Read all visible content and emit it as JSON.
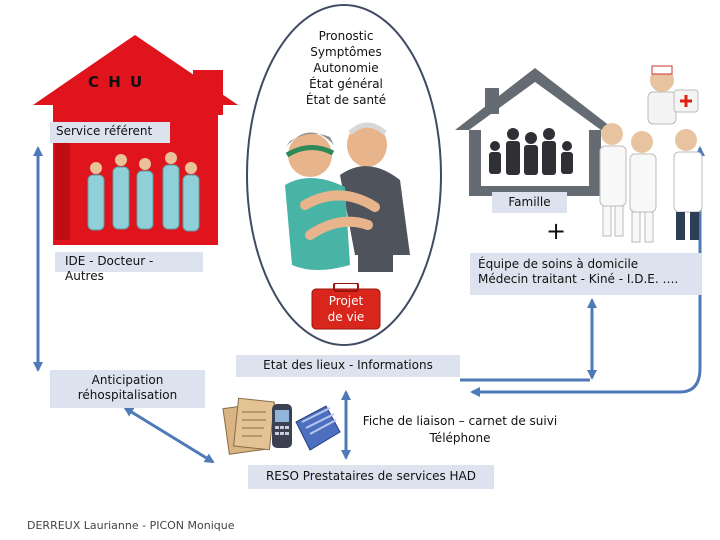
{
  "hospital": {
    "title": "C H U",
    "service_label": "Service référent",
    "staff_label": "IDE -  Docteur -  Autres"
  },
  "center": {
    "lines": [
      "Pronostic",
      "Symptômes",
      "Autonomie",
      "État général",
      "État de santé"
    ],
    "projet_de_vie": [
      "Projet",
      "de vie"
    ]
  },
  "home": {
    "famille_label": "Famille",
    "plus_sign": "+",
    "equipe_line1": "Équipe de soins à domicile",
    "equipe_line2": "Médecin traitant  - Kiné  - I.D.E. …."
  },
  "bottom": {
    "anticipation": [
      "Anticipation",
      "réhospitalisation"
    ],
    "etat_des_lieux": "Etat des lieux - Informations",
    "fiche": [
      "Fiche de liaison – carnet de suivi",
      "Téléphone"
    ],
    "reso": "RESO Prestataires de services HAD",
    "authors": "DERREUX Laurianne - PICON Monique"
  },
  "colors": {
    "hospital_red": "#e0141c",
    "house_gray": "#656b73",
    "arrow_blue": "#4f7ab8",
    "panel_bg": "#dde3ee",
    "projet_bg": "#d8261c"
  },
  "icons": [
    "hospital-icon",
    "house-icon",
    "family-icon",
    "embracing-couple-icon",
    "care-team-icon",
    "briefcase-icon",
    "documents-icon",
    "phone-icon",
    "binder-icon"
  ]
}
